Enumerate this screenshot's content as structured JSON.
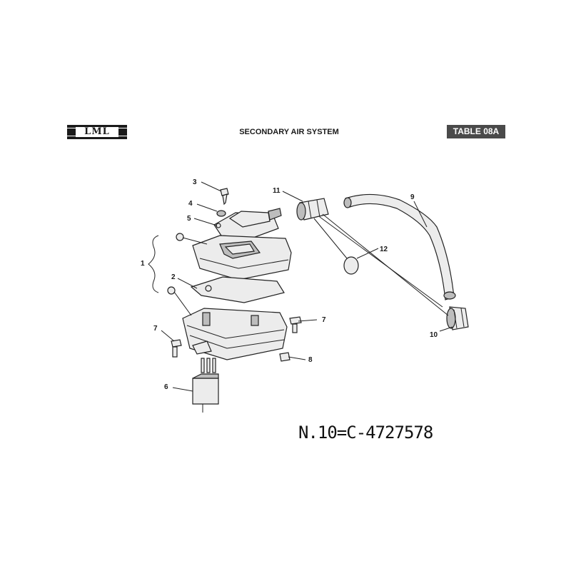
{
  "header": {
    "logo_text": "LML",
    "title": "SECONDARY AIR SYSTEM",
    "table_label": "TABLE 08A"
  },
  "callouts": {
    "c1": "1",
    "c2": "2",
    "c3": "3",
    "c4": "4",
    "c5": "5",
    "c6": "6",
    "c7a": "7",
    "c7b": "7",
    "c8": "8",
    "c9": "9",
    "c10": "10",
    "c11": "11",
    "c12": "12"
  },
  "part_number_note": "N.10=C-4727578"
}
